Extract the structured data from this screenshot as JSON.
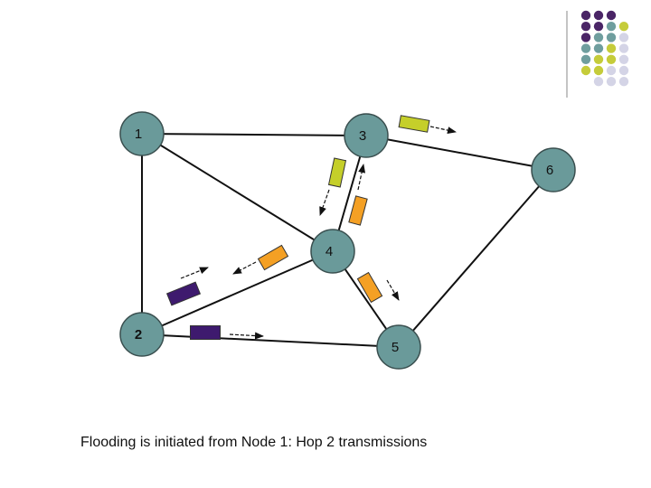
{
  "colors": {
    "node_fill": "#6a9a9a",
    "node_stroke": "#3a4f4f",
    "edge": "#111111",
    "packet_yellow": "#c5cf2a",
    "packet_orange": "#f4a024",
    "packet_purple": "#3e1a6e",
    "dot_purple": "#4a2566",
    "dot_teal": "#6f9e9e",
    "dot_yellow": "#c5cc3a",
    "dot_lavender": "#d4d4e6"
  },
  "nodes": [
    {
      "id": "1",
      "label": "1",
      "bold": false
    },
    {
      "id": "3",
      "label": "3",
      "bold": false
    },
    {
      "id": "6",
      "label": "6",
      "bold": false
    },
    {
      "id": "4",
      "label": "4",
      "bold": false
    },
    {
      "id": "2",
      "label": "2",
      "bold": true
    },
    {
      "id": "5",
      "label": "5",
      "bold": false
    }
  ],
  "edges": [
    [
      "1",
      "3"
    ],
    [
      "1",
      "2"
    ],
    [
      "1",
      "4"
    ],
    [
      "3",
      "4"
    ],
    [
      "3",
      "6"
    ],
    [
      "6",
      "5"
    ],
    [
      "4",
      "5"
    ],
    [
      "4",
      "2"
    ],
    [
      "2",
      "5"
    ]
  ],
  "packets": [
    {
      "name": "packet-3-to-6",
      "color": "yellow"
    },
    {
      "name": "packet-3-to-4",
      "color": "yellow"
    },
    {
      "name": "packet-4-to-3",
      "color": "orange"
    },
    {
      "name": "packet-4-to-2",
      "color": "orange"
    },
    {
      "name": "packet-4-to-5",
      "color": "orange"
    },
    {
      "name": "packet-2-to-4",
      "color": "purple"
    },
    {
      "name": "packet-2-to-5",
      "color": "purple"
    }
  ],
  "decor_dot_colors": [
    [
      "purple",
      "purple",
      "purple"
    ],
    [
      "purple",
      "purple",
      "teal",
      "yellow"
    ],
    [
      "purple",
      "teal",
      "teal",
      "lavender"
    ],
    [
      "teal",
      "teal",
      "yellow",
      "lavender"
    ],
    [
      "teal",
      "yellow",
      "yellow",
      "lavender"
    ],
    [
      "yellow",
      "yellow",
      "lavender",
      "lavender"
    ],
    [
      "lavender",
      "lavender",
      "lavender"
    ]
  ],
  "caption": "Flooding is initiated from Node 1:  Hop 2 transmissions"
}
